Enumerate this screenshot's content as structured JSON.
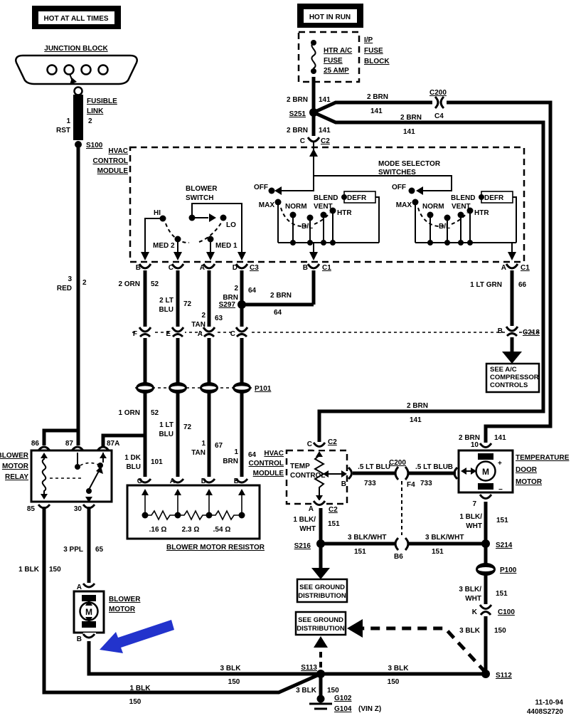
{
  "colors": {
    "line": "#000000",
    "background": "#ffffff",
    "highlight_arrow": "#2233cc"
  },
  "labels": {
    "hot_at_all_times": "HOT AT ALL TIMES",
    "hot_in_run": "HOT IN RUN",
    "junction_block": "JUNCTION BLOCK",
    "fusible": "FUSIBLE",
    "link": "LINK",
    "link_ckt": "2",
    "rst_gauge": "1",
    "rst": "RST",
    "s100": "S100",
    "red_gauge": "3",
    "red": "RED",
    "red_ckt": "2",
    "htr_ac": "HTR A/C",
    "fuse_word": "FUSE",
    "amp": "25 AMP",
    "ip": "I/P",
    "ip_fuse": "FUSE",
    "ip_block": "BLOCK",
    "brn_a": "2 BRN",
    "c141_a": "141",
    "s251": "S251",
    "brn_b": "2 BRN",
    "c141_b": "141",
    "c_pin": "C",
    "c2_a": "C2",
    "c200_top": "C200",
    "c4": "C4",
    "brn_c": "2 BRN",
    "c141_c": "141",
    "brn_d": "2 BRN",
    "c141_d": "141",
    "hvac_a1": "HVAC",
    "hvac_a2": "CONTROL",
    "hvac_a3": "MODULE",
    "blower_w": "BLOWER",
    "switch_w": "SWITCH",
    "hi": "HI",
    "lo": "LO",
    "med2": "MED 2",
    "med1": "MED 1",
    "mode_selector": "MODE SELECTOR",
    "switches": "SWITCHES",
    "off1": "OFF",
    "max1": "MAX",
    "norm1": "NORM",
    "bl1": "B/L",
    "blend1": "BLEND",
    "vent1": "VENT",
    "htr1": "HTR",
    "defr1": "DEFR",
    "off2": "OFF",
    "max2": "MAX",
    "norm2": "NORM",
    "bl2": "B/L",
    "blend2": "BLEND",
    "vent2": "VENT",
    "htr2": "HTR",
    "defr2": "DEFR",
    "t_b1": "B",
    "t_c1": "C",
    "t_a1": "A",
    "t_d1": "D",
    "c3": "C3",
    "t_b2": "B",
    "c1_a": "C1",
    "t_a2": "A",
    "c1_b": "C1",
    "orn2": "2 ORN",
    "n52a": "52",
    "lt2": "2 LT",
    "blu2": "BLU",
    "n72a": "72",
    "tan2a": "2",
    "tan2b": "TAN",
    "n63": "63",
    "brn2a": "2",
    "brn2b": "BRN",
    "n64a": "64",
    "s297": "S297",
    "brn2c": "2 BRN",
    "n64b": "64",
    "ltgrn": "1 LT GRN",
    "n66": "66",
    "b_c218": "B",
    "c218": "C218",
    "f_pin": "F",
    "e_pin": "E",
    "a_pin2": "A",
    "c_pin2": "C",
    "p101": "P101",
    "orn1": "1 ORN",
    "n52b": "52",
    "lt1": "1 LT",
    "blu1": "BLU",
    "n72b": "72",
    "tan1a": "1",
    "tan1b": "TAN",
    "n67": "67",
    "brn1a": "1",
    "brn1b": "BRN",
    "n64c": "64",
    "dk1": "1 DK",
    "dkblu": "BLU",
    "n101": "101",
    "relay1": "BLOWER",
    "relay2": "MOTOR",
    "relay3": "RELAY",
    "p86": "86",
    "p87": "87",
    "p87a": "87A",
    "p85": "85",
    "p30": "30",
    "blk1": "1 BLK",
    "n150a": "150",
    "ppl3": "3 PPL",
    "n65": "65",
    "r_c": "C",
    "r_a": "A",
    "r_d": "D",
    "r_b": "B",
    "r16": ".16 Ω",
    "r23": "2.3 Ω",
    "r54": ".54 Ω",
    "bmr": "BLOWER MOTOR RESISTOR",
    "bm_a": "A",
    "bm_b": "B",
    "bm1": "BLOWER",
    "bm2": "MOTOR",
    "m_bm": "M",
    "see_ac1": "SEE A/C",
    "see_ac2": "COMPRESSOR",
    "see_ac3": "CONTROLS",
    "hvac_b1": "HVAC",
    "hvac_b2": "CONTROL",
    "hvac_b3": "MODULE",
    "temp": "TEMP",
    "temp_ctl": "CONTROL",
    "tc_c": "C",
    "tc_c2a": "C2",
    "tc_b": "B",
    "tc_a": "A",
    "tc_c2b": "C2",
    "brn_e": "2 BRN",
    "c141_e": "141",
    "ltblu5a": ".5 LT BLU",
    "n733a": "733",
    "c200b": "C200",
    "f4": "F4",
    "ltblu5b": ".5 LT BLU",
    "n733b": "733",
    "n10": "10",
    "n7": "7",
    "tdm_b": "B",
    "plus": "+",
    "minus": "−",
    "m_tdm": "M",
    "tdm1": "TEMPERATURE",
    "tdm2": "DOOR",
    "tdm3": "MOTOR",
    "brn_f": "2 BRN",
    "c141_f": "141",
    "bw1a": "1 BLK/",
    "bw1b": "WHT",
    "n151d": "151",
    "s216": "S216",
    "bw2a": "1 BLK/",
    "bw2b": "WHT",
    "n151a": "151",
    "bw3": "3 BLK/WHT",
    "n151b": "151",
    "b6": "B6",
    "bw4": "3 BLK/WHT",
    "n151c": "151",
    "s214": "S214",
    "p100": "P100",
    "bw5a": "3 BLK/",
    "bw5b": "WHT",
    "n151e": "151",
    "k_pin": "K",
    "c100": "C100",
    "blk3a": "3 BLK",
    "n150b": "150",
    "sg1a": "SEE GROUND",
    "sg1b": "DISTRIBUTION",
    "sg2a": "SEE GROUND",
    "sg2b": "DISTRIBUTION",
    "s113": "S113",
    "blk3b": "3 BLK",
    "n150c": "150",
    "blk3c": "3 BLK",
    "n150d": "150",
    "g102": "G102",
    "g104": "G104",
    "vinz": "(VIN Z)",
    "s112": "S112",
    "blk1b": "1 BLK",
    "n150e": "150",
    "blk3d": "3 BLK",
    "n150f": "150",
    "date": "11-10-94",
    "doc": "4408S2720"
  }
}
